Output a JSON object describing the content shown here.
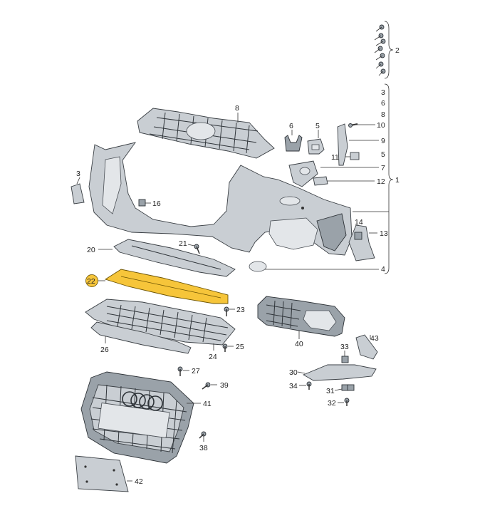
{
  "callouts": [
    {
      "id": "c2",
      "label": "2"
    },
    {
      "id": "c1",
      "label": "1"
    },
    {
      "id": "r3",
      "label": "3"
    },
    {
      "id": "r6",
      "label": "6"
    },
    {
      "id": "r8",
      "label": "8"
    },
    {
      "id": "r10",
      "label": "10"
    },
    {
      "id": "r9",
      "label": "9"
    },
    {
      "id": "r5",
      "label": "5"
    },
    {
      "id": "r7",
      "label": "7"
    },
    {
      "id": "r12",
      "label": "12"
    },
    {
      "id": "r11",
      "label": "11"
    },
    {
      "id": "r13",
      "label": "13"
    },
    {
      "id": "r14",
      "label": "14"
    },
    {
      "id": "r4",
      "label": "4"
    },
    {
      "id": "l8",
      "label": "8"
    },
    {
      "id": "l6",
      "label": "6"
    },
    {
      "id": "l5",
      "label": "5"
    },
    {
      "id": "l3",
      "label": "3"
    },
    {
      "id": "l16",
      "label": "16"
    },
    {
      "id": "l20",
      "label": "20"
    },
    {
      "id": "l21",
      "label": "21"
    },
    {
      "id": "l22",
      "label": "22"
    },
    {
      "id": "l23",
      "label": "23"
    },
    {
      "id": "l24",
      "label": "24"
    },
    {
      "id": "l25",
      "label": "25"
    },
    {
      "id": "l26",
      "label": "26"
    },
    {
      "id": "l27",
      "label": "27"
    },
    {
      "id": "l39",
      "label": "39"
    },
    {
      "id": "l41",
      "label": "41"
    },
    {
      "id": "l38",
      "label": "38"
    },
    {
      "id": "l42",
      "label": "42"
    },
    {
      "id": "l40",
      "label": "40"
    },
    {
      "id": "l43",
      "label": "43"
    },
    {
      "id": "l33",
      "label": "33"
    },
    {
      "id": "l30",
      "label": "30"
    },
    {
      "id": "l34",
      "label": "34"
    },
    {
      "id": "l31",
      "label": "31"
    },
    {
      "id": "l32",
      "label": "32"
    }
  ],
  "highlight_color": "#f6c53a",
  "highlighted_part": "22"
}
